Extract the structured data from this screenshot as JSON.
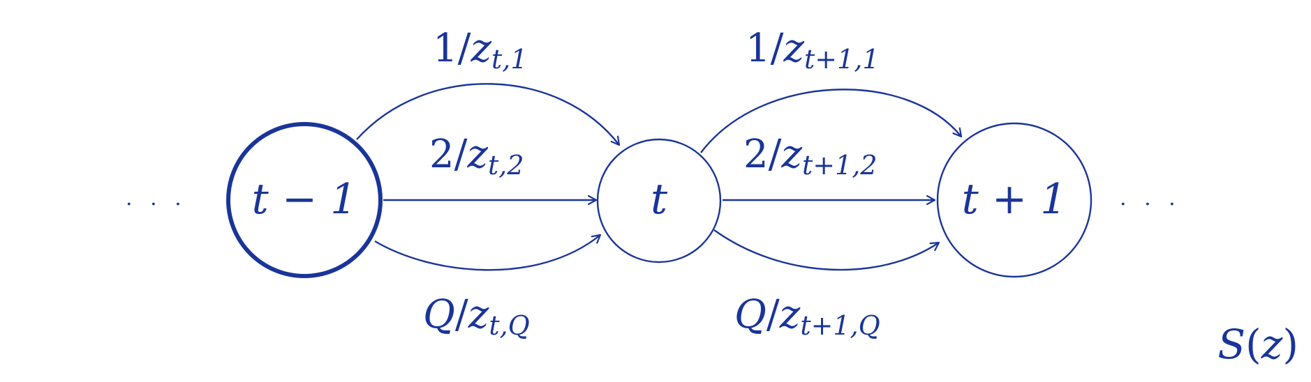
{
  "colors": {
    "stroke": "#1a3599",
    "text": "#1a3599",
    "background": "#ffffff"
  },
  "ellipsis_left": ". . .",
  "ellipsis_right": ". . .",
  "nodes": {
    "prev": "t − 1",
    "curr": "t",
    "next": "t + 1"
  },
  "edges": {
    "g1": {
      "top": {
        "num": "1",
        "var": "z",
        "sub": "t,1"
      },
      "middle": {
        "num": "2",
        "var": "z",
        "sub": "t,2"
      },
      "bottom": {
        "num": "Q",
        "var": "z",
        "sub": "t,Q"
      }
    },
    "g2": {
      "top": {
        "num": "1",
        "var": "z",
        "sub": "t+1,1"
      },
      "middle": {
        "num": "2",
        "var": "z",
        "sub": "t+1,2"
      },
      "bottom": {
        "num": "Q",
        "var": "z",
        "sub": "t+1,Q"
      }
    }
  },
  "corner_label": {
    "fn": "S",
    "arg": "z"
  }
}
